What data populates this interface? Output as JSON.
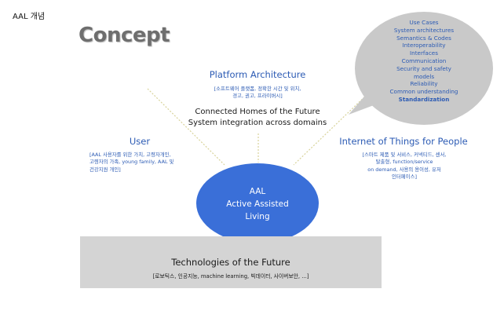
{
  "page_label": "AAL 개념",
  "heading": "Concept",
  "bubble": {
    "items": [
      "Use Cases",
      "System architectures",
      "Semantics & Codes",
      "Interoperability",
      "Interfaces",
      "Communication",
      "Security and safety",
      "models",
      "Reliability",
      "Common understanding"
    ],
    "emphasis": "Standardization"
  },
  "platform": {
    "title": "Platform Architecture",
    "desc_line1": "[소프트웨어 플랫폼, 정확한 시간 및 위치,",
    "desc_line2": "경고, 권고, 프라이버시]",
    "sub_line1": "Connected Homes of the Future",
    "sub_line2": "System integration across domains"
  },
  "user": {
    "title": "User",
    "desc_line1": "[AAL 사용자를 위한 가치, 고령자개인,",
    "desc_line2": "고령자의 가족, young family, AAL 및",
    "desc_line3": "건강지원 개인]"
  },
  "iot": {
    "title": "Internet of Things for People",
    "desc_line1": "[스마트 제품 및 서비스, 커넥티드, 센서,",
    "desc_line2": "탈출형, function/service",
    "desc_line3": "on demand, 사용의 용이성, 유저",
    "desc_line4": "인터페이스]"
  },
  "center": {
    "line1": "AAL",
    "line2": "Active Assisted",
    "line3": "Living"
  },
  "technologies": {
    "title": "Technologies of the Future",
    "desc": "[로보틱스, 인공지능, machine learning, 빅데이터, 사이버보안, ...]"
  },
  "colors": {
    "accent_blue": "#2c5bb4",
    "ellipse_blue": "#3a6fd8",
    "bubble_gray": "#c9c9c9",
    "tech_box_gray": "#d4d4d4",
    "dotted_line": "#d8d39a"
  }
}
